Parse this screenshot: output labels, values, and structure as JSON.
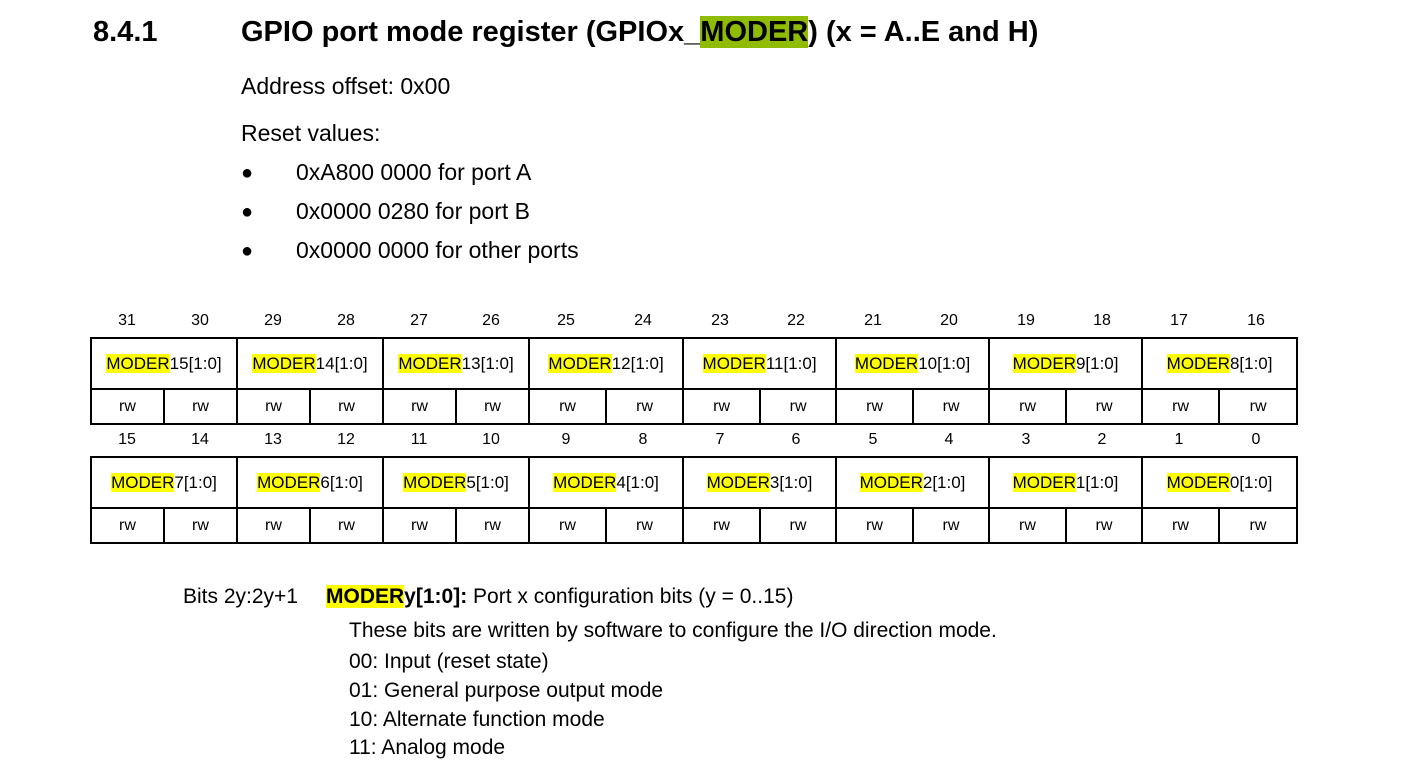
{
  "heading": {
    "number": "8.4.1",
    "title_pre": "GPIO port mode register (GPIOx_",
    "title_hl": "MODER",
    "title_post": ") (x = A..E and H)"
  },
  "address_offset": "Address offset: 0x00",
  "reset_label": "Reset values:",
  "reset_values": [
    "0xA800 0000 for port A",
    "0x0000 0280 for port B",
    "0x0000 0000 for other ports"
  ],
  "upper": {
    "bits": [
      "31",
      "30",
      "29",
      "28",
      "27",
      "26",
      "25",
      "24",
      "23",
      "22",
      "21",
      "20",
      "19",
      "18",
      "17",
      "16"
    ],
    "fields": [
      {
        "hl": "MODER",
        "num": "15",
        "suffix": "[1:0]"
      },
      {
        "hl": "MODER",
        "num": "14",
        "suffix": "[1:0]"
      },
      {
        "hl": "MODER",
        "num": "13",
        "suffix": "[1:0]"
      },
      {
        "hl": "MODER",
        "num": "12",
        "suffix": "[1:0]"
      },
      {
        "hl": "MODER",
        "num": "11",
        "suffix": "[1:0]"
      },
      {
        "hl": "MODER",
        "num": "10",
        "suffix": "[1:0]"
      },
      {
        "hl": "MODER",
        "num": "9",
        "suffix": "[1:0]"
      },
      {
        "hl": "MODER",
        "num": "8",
        "suffix": "[1:0]"
      }
    ],
    "access": [
      "rw",
      "rw",
      "rw",
      "rw",
      "rw",
      "rw",
      "rw",
      "rw",
      "rw",
      "rw",
      "rw",
      "rw",
      "rw",
      "rw",
      "rw",
      "rw"
    ]
  },
  "lower": {
    "bits": [
      "15",
      "14",
      "13",
      "12",
      "11",
      "10",
      "9",
      "8",
      "7",
      "6",
      "5",
      "4",
      "3",
      "2",
      "1",
      "0"
    ],
    "fields": [
      {
        "hl": "MODER",
        "num": "7",
        "suffix": "[1:0]"
      },
      {
        "hl": "MODER",
        "num": "6",
        "suffix": "[1:0]"
      },
      {
        "hl": "MODER",
        "num": "5",
        "suffix": "[1:0]"
      },
      {
        "hl": "MODER",
        "num": "4",
        "suffix": "[1:0]"
      },
      {
        "hl": "MODER",
        "num": "3",
        "suffix": "[1:0]"
      },
      {
        "hl": "MODER",
        "num": "2",
        "suffix": "[1:0]"
      },
      {
        "hl": "MODER",
        "num": "1",
        "suffix": "[1:0]"
      },
      {
        "hl": "MODER",
        "num": "0",
        "suffix": "[1:0]"
      }
    ],
    "access": [
      "rw",
      "rw",
      "rw",
      "rw",
      "rw",
      "rw",
      "rw",
      "rw",
      "rw",
      "rw",
      "rw",
      "rw",
      "rw",
      "rw",
      "rw",
      "rw"
    ]
  },
  "description": {
    "bits_label": "Bits 2y:2y+1",
    "field_hl": "MODER",
    "field_rest": "y[1:0]:",
    "field_desc": "Port x configuration bits (y = 0..15)",
    "lines": [
      "These bits are written by software to configure the I/O direction mode.",
      "00: Input (reset state)",
      "01: General purpose output mode",
      "10: Alternate function mode",
      "11: Analog mode"
    ]
  },
  "colors": {
    "highlight_green": "#8fbc00",
    "highlight_yellow": "#ffff00"
  }
}
